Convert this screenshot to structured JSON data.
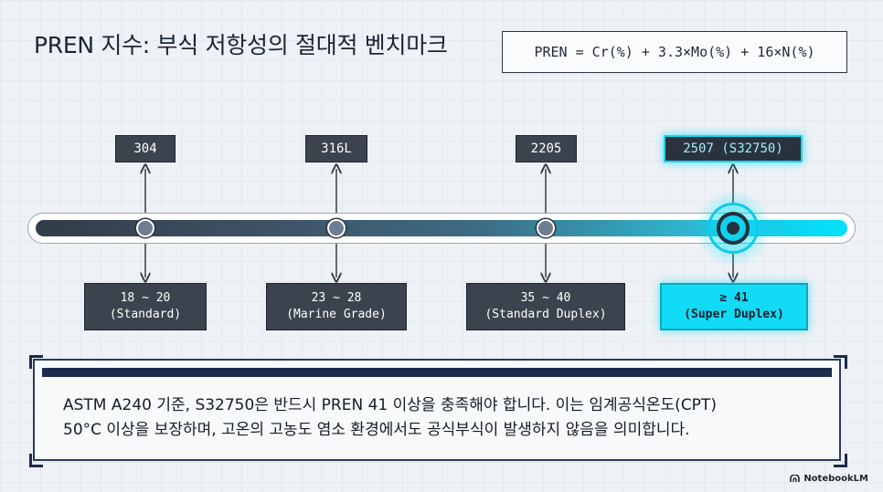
{
  "title": "PREN 지수: 부식 저항성의 절대적 벤치마크",
  "formula": "PREN = Cr(%) + 3.3×Mo(%) + 16×N(%)",
  "timeline": [
    {
      "grade": "304",
      "range": "18 ~ 20",
      "category": "(Standard)",
      "highlight": false
    },
    {
      "grade": "316L",
      "range": "23 ~ 28",
      "category": "(Marine Grade)",
      "highlight": false
    },
    {
      "grade": "2205",
      "range": "35 ~ 40",
      "category": "(Standard Duplex)",
      "highlight": false
    },
    {
      "grade": "2507 (S32750)",
      "range": "≥ 41",
      "category": "(Super Duplex)",
      "highlight": true
    }
  ],
  "note": {
    "line1": "ASTM A240 기준, S32750은 반드시 PREN 41 이상을 충족해야 합니다. 이는 임계공식온도(CPT)",
    "line2": "50°C 이상을 보장하며, 고온의 고농도 염소 환경에서도 공식부식이 발생하지 않음을 의미합니다."
  },
  "colors": {
    "accent": "#12dcf5",
    "dark_box": "#3b434e",
    "navy": "#1c2b4c"
  },
  "brand": "NotebookLM",
  "brand_icon": "notebooklm-logo-icon"
}
